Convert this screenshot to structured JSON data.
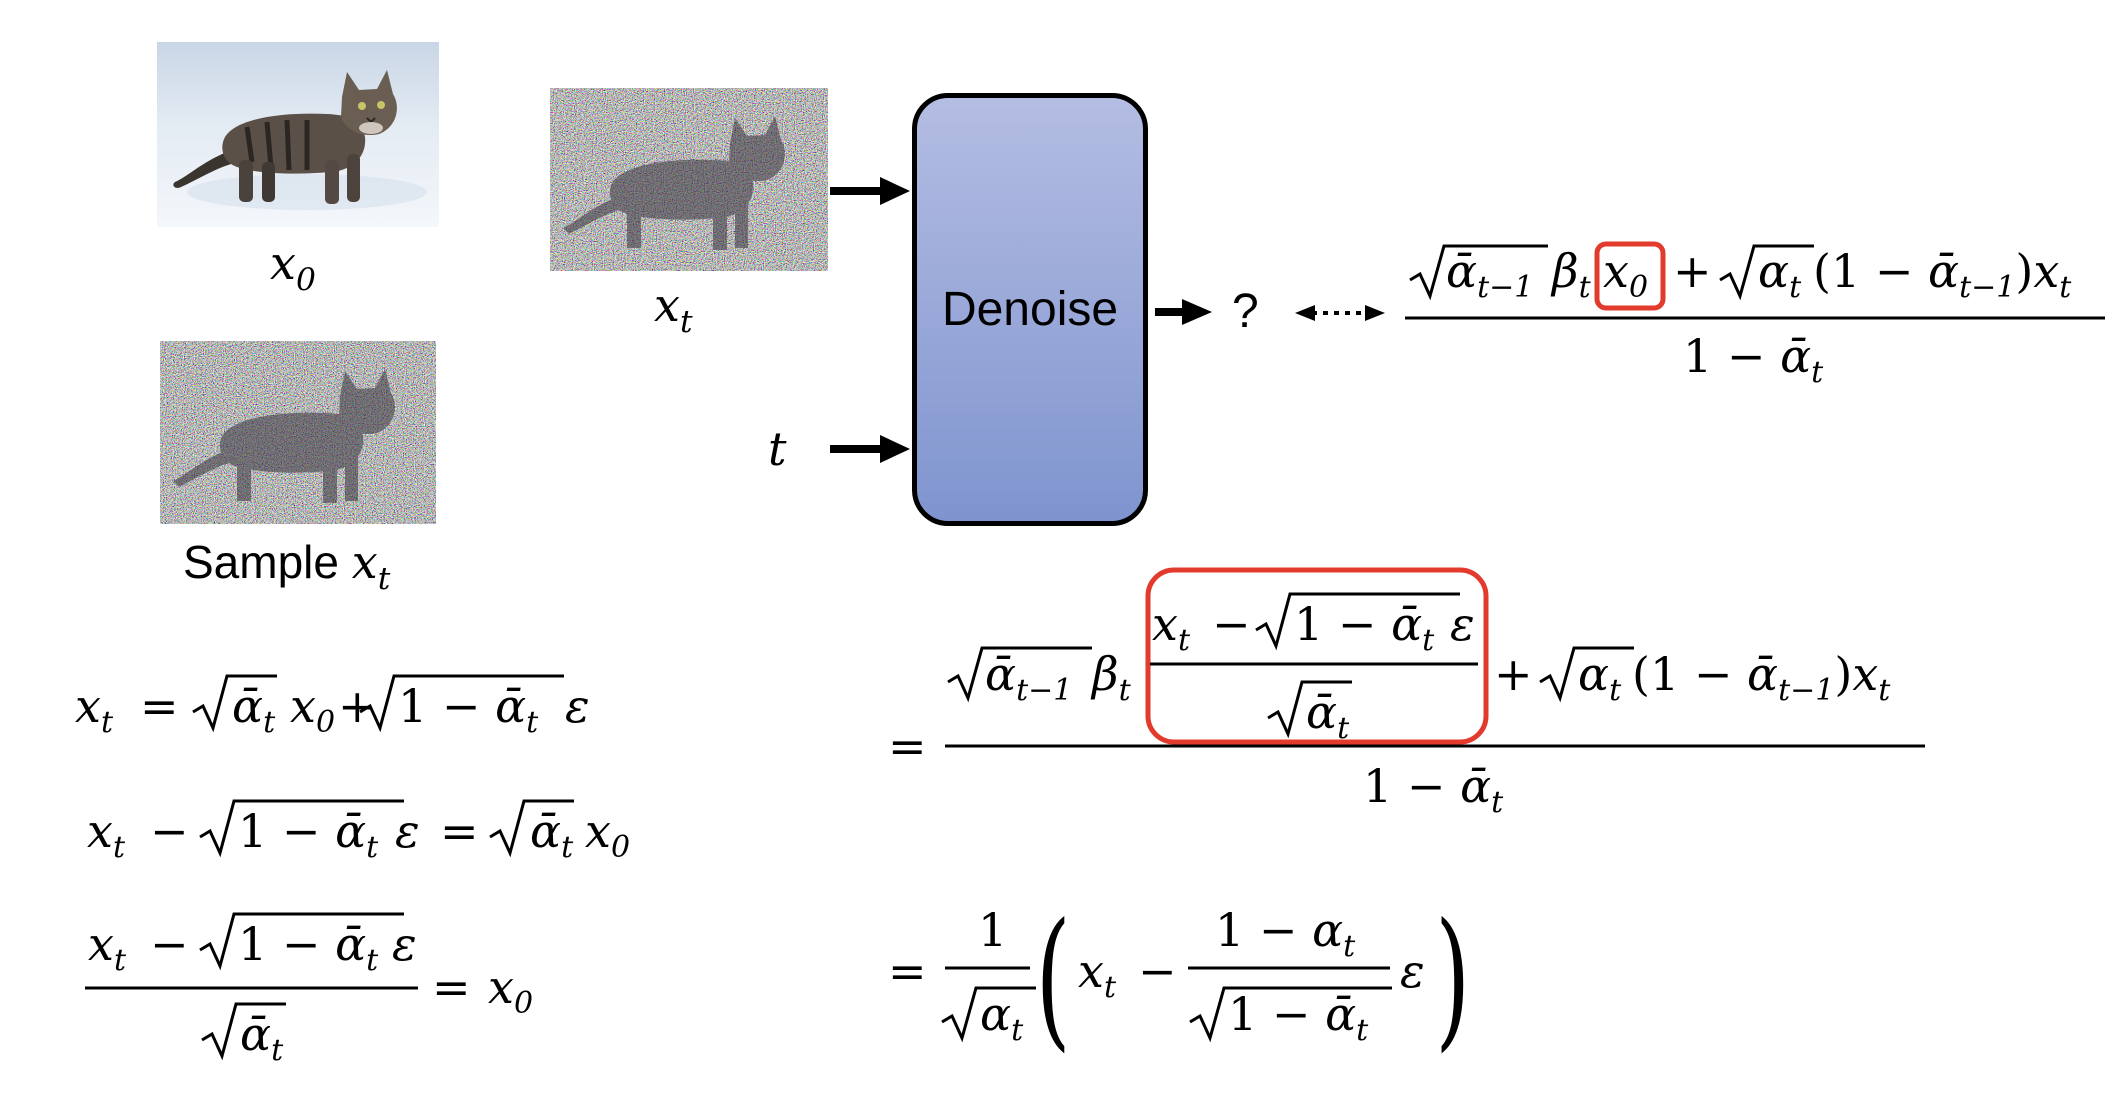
{
  "labels": {
    "x0": "x",
    "x0_sub": "0",
    "xt": "x",
    "xt_sub": "t",
    "sample": "Sample ",
    "sample_var": "x",
    "sample_sub": "t",
    "t_input": "t",
    "denoise": "Denoise",
    "question": "?"
  },
  "equations": {
    "eq_left_1": "x_t = √(ᾱ_t) x_0 + √(1 − ᾱ_t) ε",
    "eq_left_2": "x_t − √(1 − ᾱ_t) ε = √(ᾱ_t) x_0",
    "eq_left_3": "(x_t − √(1 − ᾱ_t) ε) / √(ᾱ_t) = x_0",
    "eq_top": "(√(ᾱ_{t−1}) β_t x_0 + √(α_t)(1 − ᾱ_{t−1}) x_t) / (1 − ᾱ_t)",
    "eq_mid": "= (√(ᾱ_{t−1}) β_t (x_t − √(1 − ᾱ_t) ε)/√(ᾱ_t) + √(α_t)(1 − ᾱ_{t−1}) x_t) / (1 − ᾱ_t)",
    "eq_bottom": "= 1/√(α_t) ( x_t − (1 − α_t)/√(1 − ᾱ_t) ε )"
  },
  "colors": {
    "highlight": "#e23b2e",
    "denoise_top": "#b4bde2",
    "denoise_bottom": "#7f94cf"
  }
}
